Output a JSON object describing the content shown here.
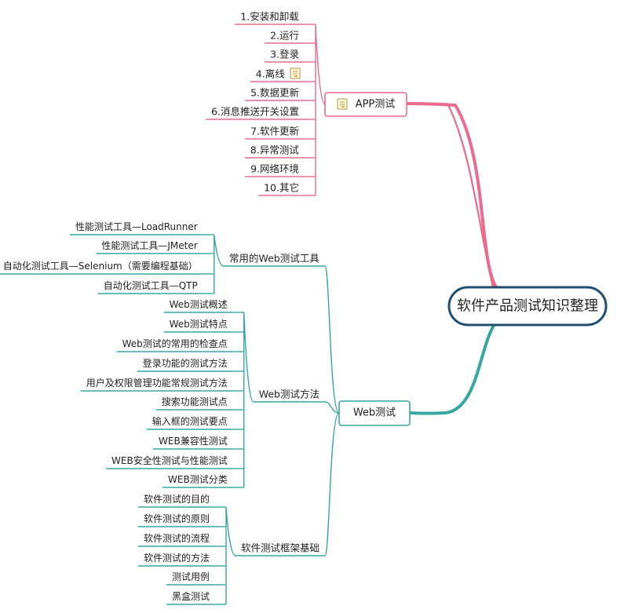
{
  "root": {
    "title": "软件产品测试知识整理"
  },
  "branches": {
    "app": {
      "title": "APP测试",
      "note_icon": "note-icon",
      "color": "#ec6a8b",
      "items": [
        {
          "label": "1.安装和卸载"
        },
        {
          "label": "2.运行"
        },
        {
          "label": "3.登录"
        },
        {
          "label": "4.离线",
          "icon": "note-icon"
        },
        {
          "label": "5.数据更新"
        },
        {
          "label": "6.消息推送开关设置"
        },
        {
          "label": "7.软件更新"
        },
        {
          "label": "8.异常测试"
        },
        {
          "label": "9.网络环境"
        },
        {
          "label": "10.其它"
        }
      ]
    },
    "web": {
      "title": "Web测试",
      "color": "#35a7a0",
      "groups": {
        "tools": {
          "title": "常用的Web测试工具",
          "items": [
            {
              "label": "性能测试工具—LoadRunner"
            },
            {
              "label": "性能测试工具—JMeter"
            },
            {
              "label": "自动化测试工具—Selenium（需要编程基础）"
            },
            {
              "label": "自动化测试工具—QTP"
            }
          ]
        },
        "methods": {
          "title": "Web测试方法",
          "items": [
            {
              "label": "Web测试概述"
            },
            {
              "label": "Web测试特点"
            },
            {
              "label": "Web测试的常用的检查点"
            },
            {
              "label": "登录功能的测试方法"
            },
            {
              "label": "用户及权限管理功能常规测试方法"
            },
            {
              "label": "搜索功能测试点"
            },
            {
              "label": "输入框的测试要点"
            },
            {
              "label": "WEB兼容性测试"
            },
            {
              "label": "WEB安全性测试与性能测试"
            },
            {
              "label": "WEB测试分类"
            }
          ]
        },
        "basics": {
          "title": "软件测试框架基础",
          "items": [
            {
              "label": "软件测试的目的"
            },
            {
              "label": "软件测试的原则"
            },
            {
              "label": "软件测试的流程"
            },
            {
              "label": "软件测试的方法"
            },
            {
              "label": "测试用例"
            },
            {
              "label": "黑盒测试"
            }
          ]
        }
      }
    }
  }
}
